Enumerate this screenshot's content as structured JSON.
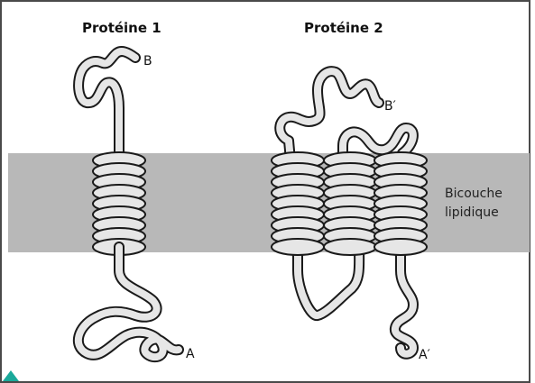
{
  "figure": {
    "protein_1_title": "Protéine 1",
    "protein_2_title": "Protéine 2",
    "membrane_label_line1": "Bicouche",
    "membrane_label_line2": "lipidique",
    "terminus_B": "B",
    "terminus_A": "A",
    "terminus_B_prime": "B′",
    "terminus_A_prime": "A′"
  },
  "colors": {
    "background": "#ffffff",
    "membrane": "#b8b8b8",
    "chain_fill": "#e6e6e6",
    "chain_outline": "#1a1a1a",
    "page_frame": "#4a4a4a",
    "corner_marker": "#1aa99a"
  }
}
